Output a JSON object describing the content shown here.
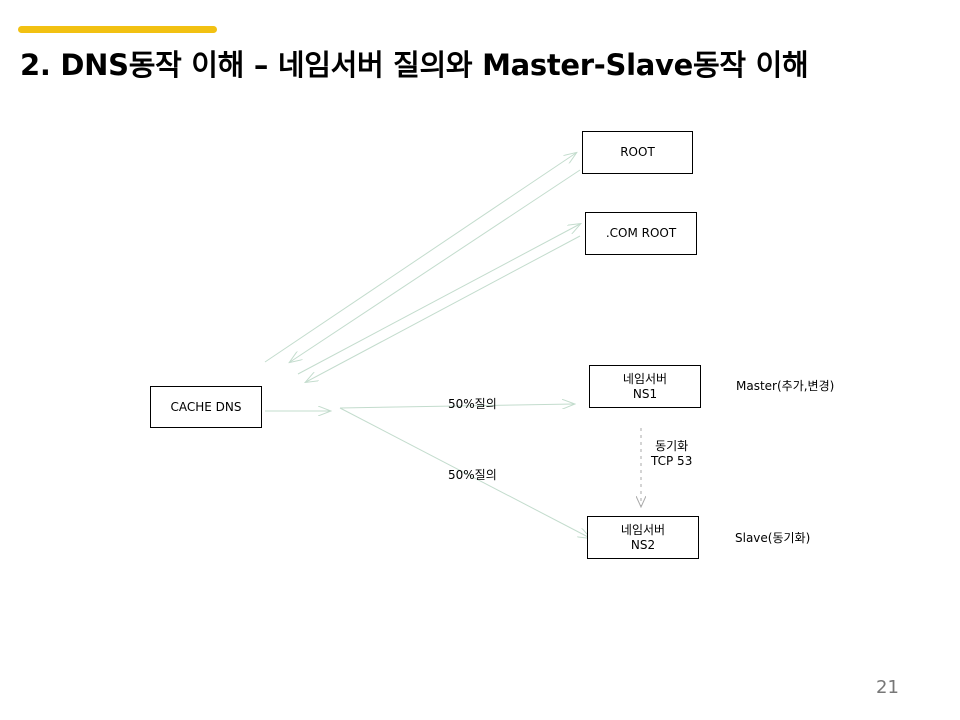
{
  "slide": {
    "title": "2. DNS동작 이해 – 네임서버 질의와 Master-Slave동작 이해",
    "page_number": "21",
    "accent_color": "#f2c112"
  },
  "diagram": {
    "nodes": {
      "root": {
        "label": "ROOT"
      },
      "com_root": {
        "label": ".COM ROOT"
      },
      "cache_dns": {
        "label": "CACHE DNS"
      },
      "ns1": {
        "line1": "네임서버",
        "line2": "NS1"
      },
      "ns2": {
        "line1": "네임서버",
        "line2": "NS2"
      }
    },
    "labels": {
      "query_ns1": "50%질의",
      "query_ns2": "50%질의",
      "sync_line1": "동기화",
      "sync_line2": "TCP 53",
      "master_note": "Master(추가,변경)",
      "slave_note": "Slave(동기화)"
    },
    "arrow_color": "#c3dccd",
    "sync_arrow_color": "#aaaaaa"
  }
}
